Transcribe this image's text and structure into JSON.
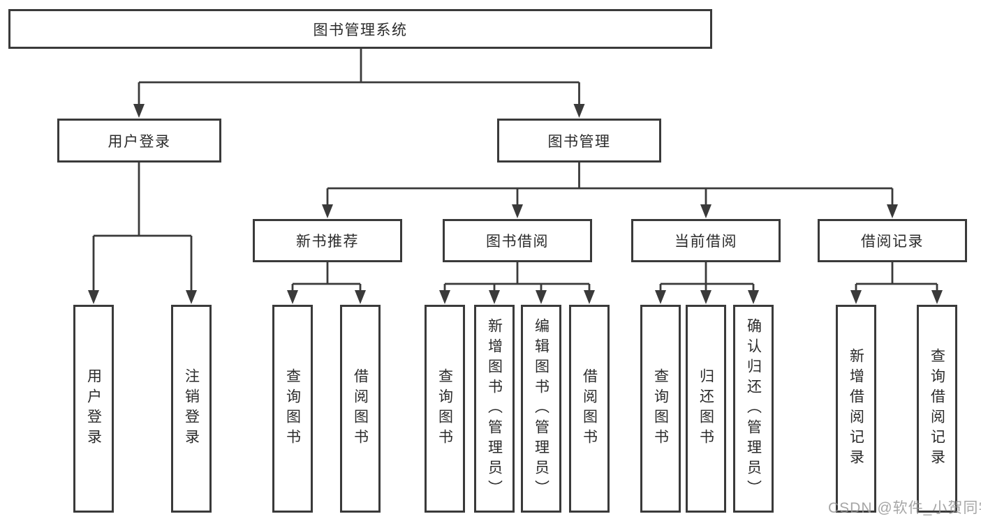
{
  "colors": {
    "line": "#3a3a3a",
    "box_border": "#3a3a3a",
    "box_fill": "#ffffff",
    "text": "#2b2b2b",
    "watermark": "#969696",
    "background": "#ffffff"
  },
  "tree": {
    "root": "图书管理系统",
    "children": [
      {
        "label": "用户登录",
        "children": [
          "用户登录",
          "注销登录"
        ]
      },
      {
        "label": "图书管理",
        "children": [
          {
            "label": "新书推荐",
            "children": [
              "查询图书",
              "借阅图书"
            ]
          },
          {
            "label": "图书借阅",
            "children": [
              "查询图书",
              "新增图书（管理员）",
              "编辑图书（管理员）",
              "借阅图书"
            ]
          },
          {
            "label": "当前借阅",
            "children": [
              "查询图书",
              "归还图书",
              "确认归还（管理员）"
            ]
          },
          {
            "label": "借阅记录",
            "children": [
              "新增借阅记录",
              "查询借阅记录"
            ]
          }
        ]
      }
    ]
  },
  "watermark": {
    "text": "CSDN @软件_小贺同学"
  }
}
